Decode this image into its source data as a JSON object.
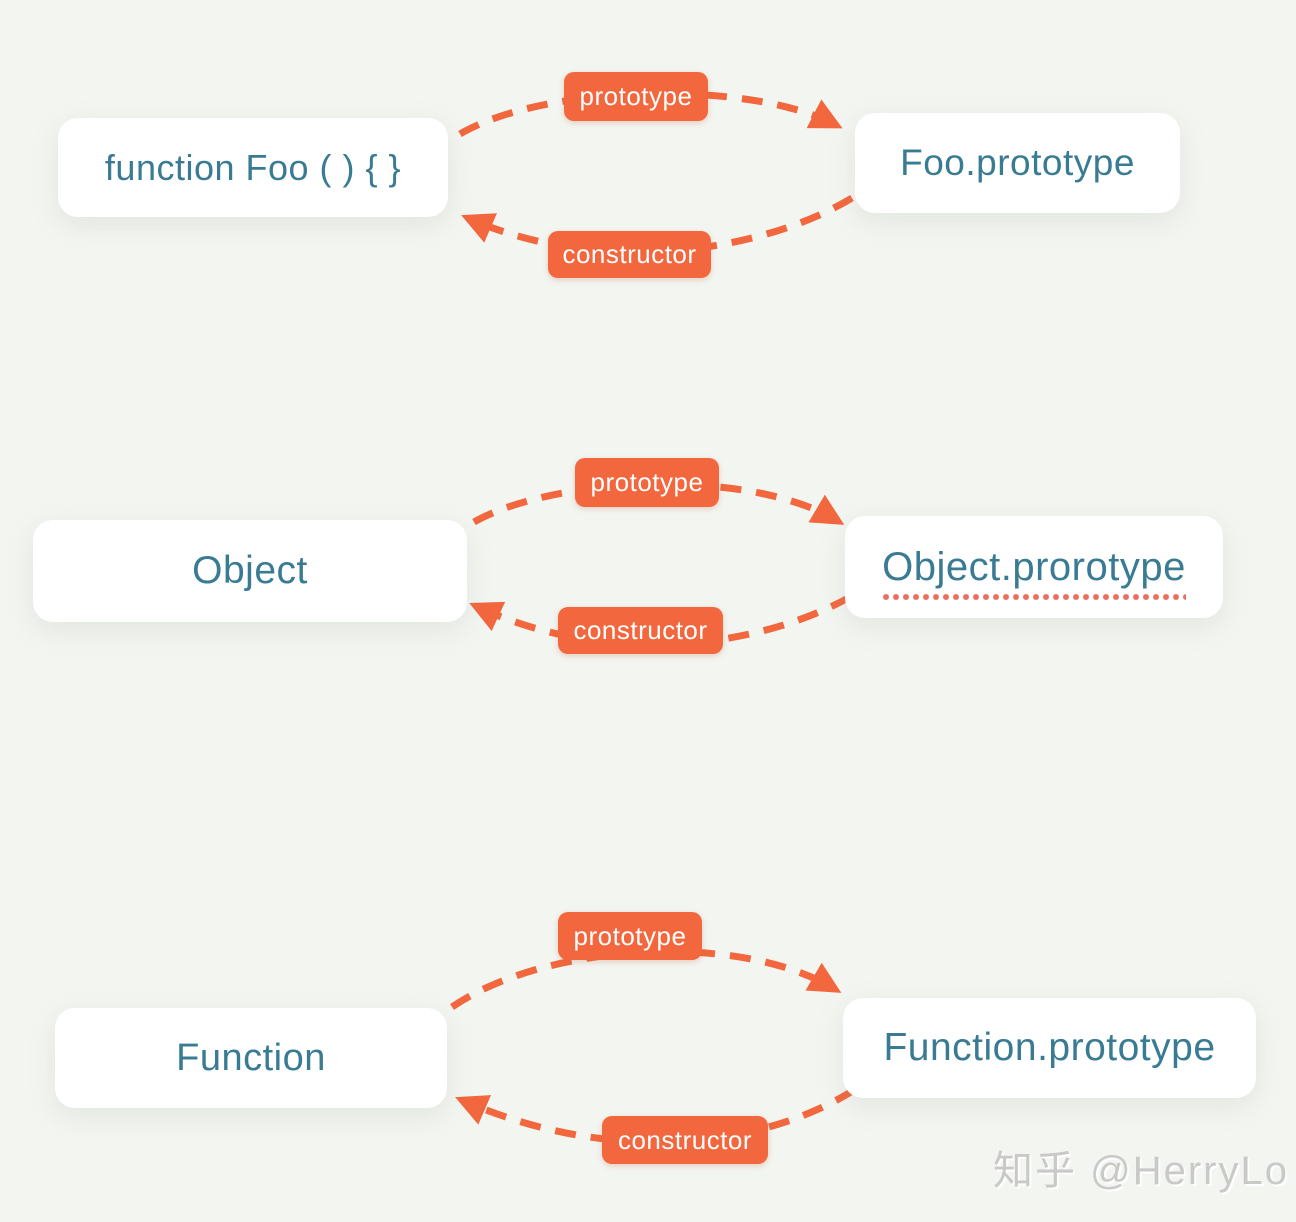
{
  "colors": {
    "page_bg": "#f3f5f1",
    "accent": "#f2673d",
    "node_text": "#3a7b94",
    "node_bg": "#ffffff",
    "underline_dot": "#e8705f",
    "watermark": "#c9c9c7"
  },
  "sections": [
    {
      "name": "foo",
      "left_node": {
        "label": "function Foo ( ) { }"
      },
      "right_node": {
        "label": "Foo.prototype",
        "spellcheck_underline": false
      },
      "edges": {
        "top_label": "prototype",
        "bottom_label": "constructor"
      }
    },
    {
      "name": "object",
      "left_node": {
        "label": "Object"
      },
      "right_node": {
        "label": "Object.prorotype",
        "spellcheck_underline": true
      },
      "edges": {
        "top_label": "prototype",
        "bottom_label": "constructor"
      }
    },
    {
      "name": "function",
      "left_node": {
        "label": "Function"
      },
      "right_node": {
        "label": "Function.prototype",
        "spellcheck_underline": false
      },
      "edges": {
        "top_label": "prototype",
        "bottom_label": "constructor"
      }
    }
  ],
  "watermark": {
    "text": "知乎 @HerryLo"
  }
}
